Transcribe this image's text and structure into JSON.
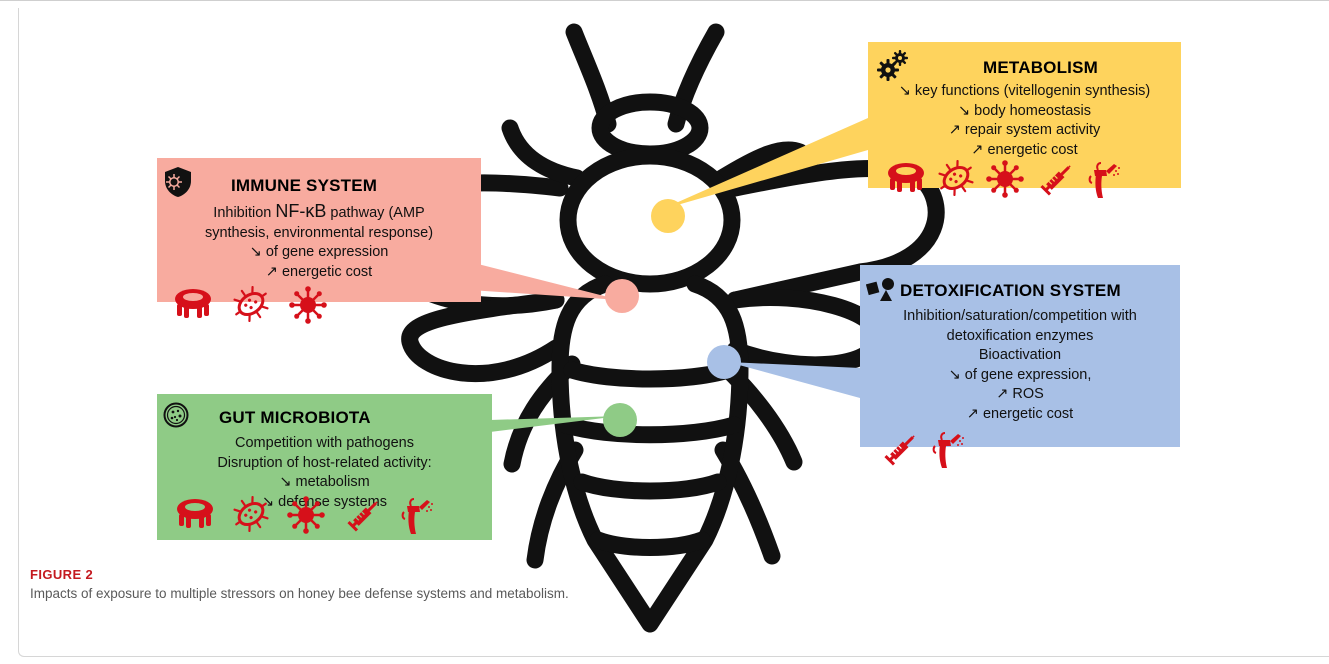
{
  "figure": {
    "label": "FIGURE 2",
    "caption": "Impacts of exposure to multiple stressors on honey bee defense systems and metabolism."
  },
  "colors": {
    "metabolism": "#fed35d",
    "immune": "#f8ab9f",
    "detox": "#a8c0e6",
    "gut": "#8fcb86",
    "stressor_red": "#d6101a",
    "bee_outline": "#111111"
  },
  "boxes": {
    "metabolism": {
      "title": "METABOLISM",
      "icon": "gears-icon",
      "lines": [
        "↘ key functions (vitellogenin synthesis)",
        "↘ body homeostasis",
        "↗ repair system activity",
        "↗ energetic cost"
      ],
      "stressors": [
        "varroa-mite-icon",
        "bacteria-icon",
        "virus-icon",
        "syringe-icon",
        "pesticide-sprayer-icon"
      ]
    },
    "immune": {
      "title": "IMMUNE SYSTEM",
      "icon": "shield-virus-icon",
      "line1_prefix": "Inhibition ",
      "line1_big": "NF-κB",
      "line1_suffix": " pathway (AMP",
      "lines": [
        "synthesis, environmental response)",
        "↘ of gene expression",
        "↗ energetic cost"
      ],
      "stressors": [
        "varroa-mite-icon",
        "bacteria-icon",
        "virus-icon"
      ]
    },
    "detox": {
      "title": "DETOXIFICATION SYSTEM",
      "icon": "shapes-icon",
      "lines": [
        "Inhibition/saturation/competition with",
        "detoxification enzymes",
        "Bioactivation",
        "↘ of gene expression,",
        "↗ ROS",
        "↗ energetic cost"
      ],
      "stressors": [
        "syringe-icon",
        "pesticide-sprayer-icon"
      ]
    },
    "gut": {
      "title": "GUT MICROBIOTA",
      "icon": "petri-dish-icon",
      "lines": [
        "Competition with pathogens",
        "Disruption of host-related activity:",
        "↘ metabolism",
        "↘  defense systems"
      ],
      "stressors": [
        "varroa-mite-icon",
        "bacteria-icon",
        "virus-icon",
        "syringe-icon",
        "pesticide-sprayer-icon"
      ]
    }
  }
}
